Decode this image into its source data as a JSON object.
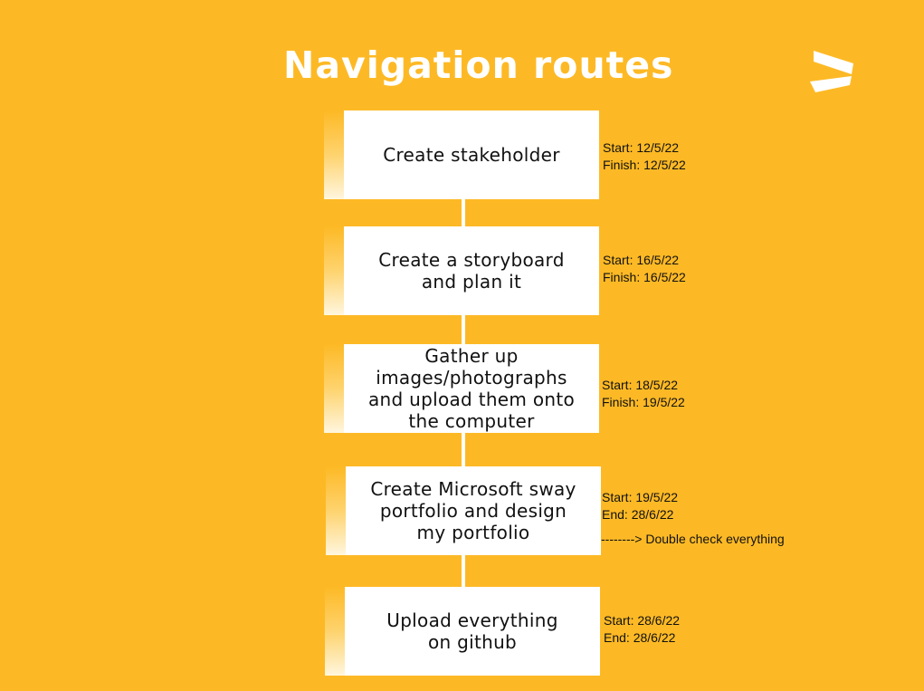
{
  "title": "Navigation routes",
  "logo_icon": "chevron-logo",
  "colors": {
    "background": "#FDB925",
    "box": "#FFFFFF",
    "text": "#111111",
    "title": "#FFFFFF"
  },
  "steps": [
    {
      "label": "Create stakeholder",
      "start": "Start: 12/5/22",
      "end": "Finish: 12/5/22"
    },
    {
      "label": "Create a storyboard and plan it",
      "start": "Start: 16/5/22",
      "end": "Finish: 16/5/22"
    },
    {
      "label": "Gather up images/photographs and upload them onto the computer",
      "start": "Start: 18/5/22",
      "end": "Finish: 19/5/22"
    },
    {
      "label": "Create Microsoft sway portfolio and design my portfolio",
      "start": "Start: 19/5/22",
      "end": "End: 28/6/22"
    },
    {
      "label": "Upload everything on github",
      "start": "Start: 28/6/22",
      "end": "End: 28/6/22"
    }
  ],
  "note": "--------> Double check everything"
}
